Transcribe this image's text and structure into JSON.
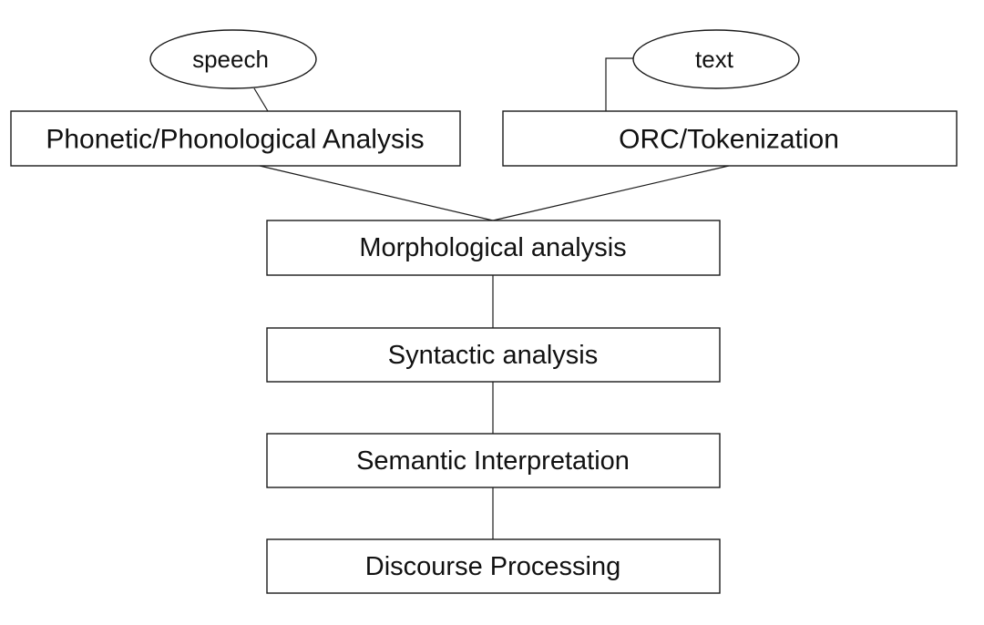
{
  "inputs": {
    "speech": "speech",
    "text": "text"
  },
  "stages": {
    "phonetic": "Phonetic/Phonological Analysis",
    "tokenization": "ORC/Tokenization",
    "morphological": "Morphological analysis",
    "syntactic": "Syntactic analysis",
    "semantic": "Semantic Interpretation",
    "discourse": "Discourse Processing"
  }
}
